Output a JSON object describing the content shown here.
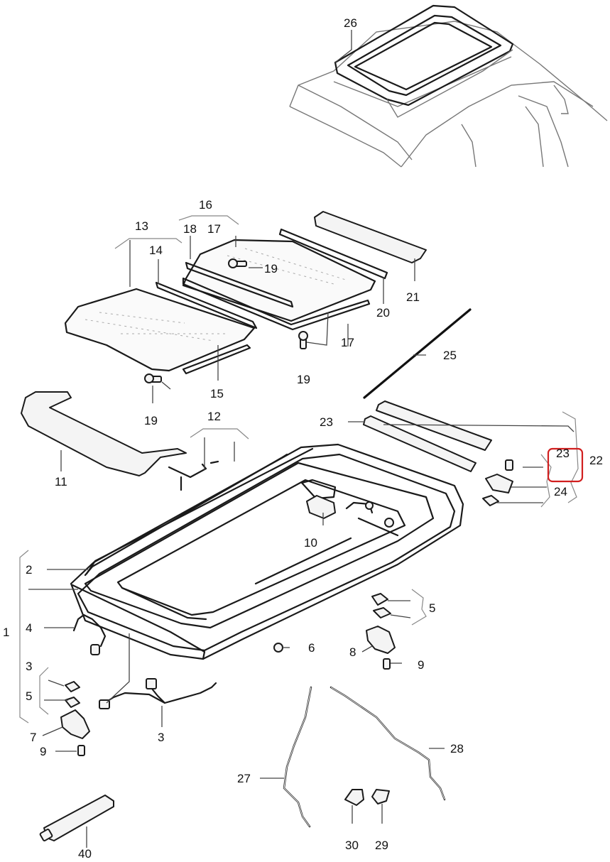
{
  "diagram": {
    "highlight_color": "#d11f1f",
    "callouts": {
      "c1": "1",
      "c2": "2",
      "c3a": "3",
      "c3b": "3",
      "c4": "4",
      "c5a": "5",
      "c5b": "5",
      "c6": "6",
      "c7": "7",
      "c8": "8",
      "c9a": "9",
      "c9b": "9",
      "c10": "10",
      "c11": "11",
      "c12": "12",
      "c13": "13",
      "c14": "14",
      "c15": "15",
      "c16": "16",
      "c17a": "17",
      "c17b": "17",
      "c18": "18",
      "c19a": "19",
      "c19b": "19",
      "c19c": "19",
      "c20": "20",
      "c21": "21",
      "c22": "22",
      "c23a": "23",
      "c23b": "23",
      "c24": "24",
      "c25": "25",
      "c26": "26",
      "c27": "27",
      "c28": "28",
      "c29": "29",
      "c30": "30",
      "c40": "40"
    }
  }
}
